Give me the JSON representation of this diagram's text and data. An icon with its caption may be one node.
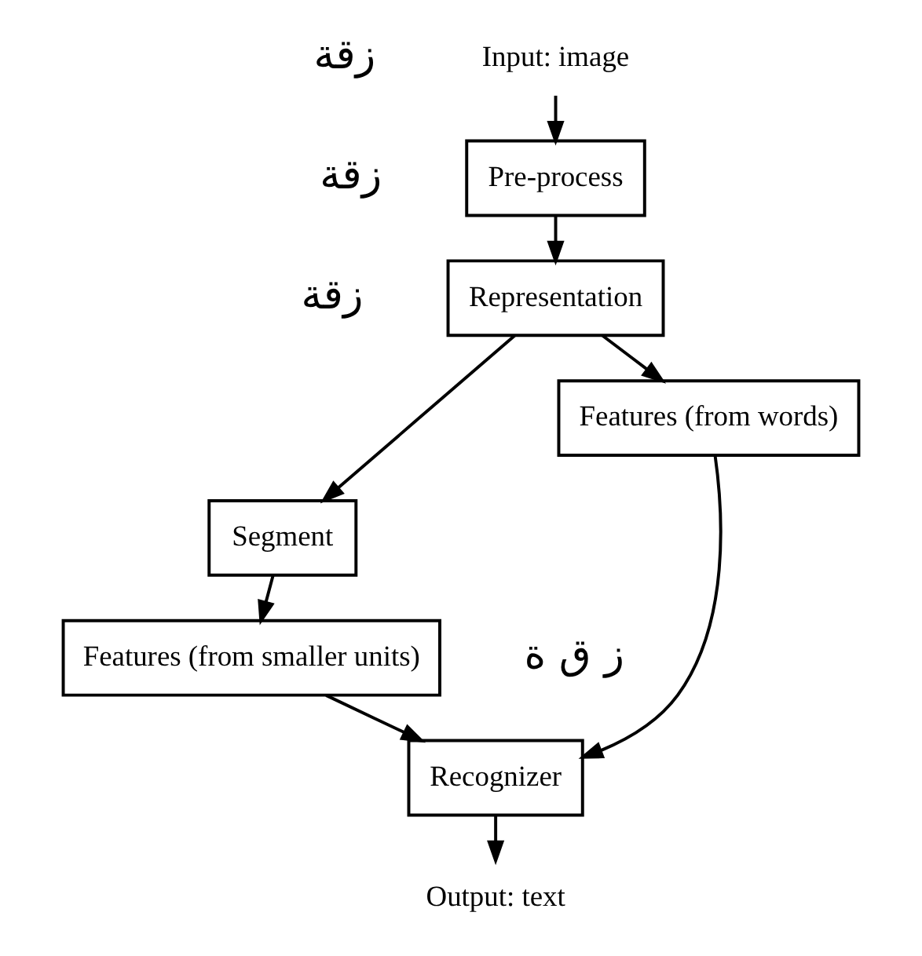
{
  "diagram": {
    "nodes": [
      {
        "text": [
          "Input: image"
        ]
      },
      {
        "text": [
          "Pre-process"
        ]
      },
      {
        "text": [
          "Representation"
        ]
      },
      {
        "text": [
          "Features (from words)"
        ]
      },
      {
        "text": [
          "Segment"
        ]
      },
      {
        "text": [
          "Features (from smaller units)"
        ]
      },
      {
        "text": [
          "Recognizer"
        ]
      },
      {
        "text": [
          "Output: text"
        ]
      }
    ],
    "edges": [
      {
        "from": 0,
        "to": 1,
        "arrow": "to"
      },
      {
        "from": 1,
        "to": 2,
        "arrow": "to"
      },
      {
        "from": 2,
        "to": 3,
        "arrow": "to"
      },
      {
        "from": 2,
        "to": 4,
        "arrow": "to"
      },
      {
        "from": 4,
        "to": 5,
        "arrow": "to"
      },
      {
        "from": 3,
        "to": 6,
        "arrow": "to"
      },
      {
        "from": 5,
        "to": 6,
        "arrow": "to"
      },
      {
        "from": 6,
        "to": 7,
        "arrow": "to"
      }
    ],
    "labels": [
      "زقة",
      "زقة",
      "زقة",
      "ز ق ة"
    ]
  }
}
